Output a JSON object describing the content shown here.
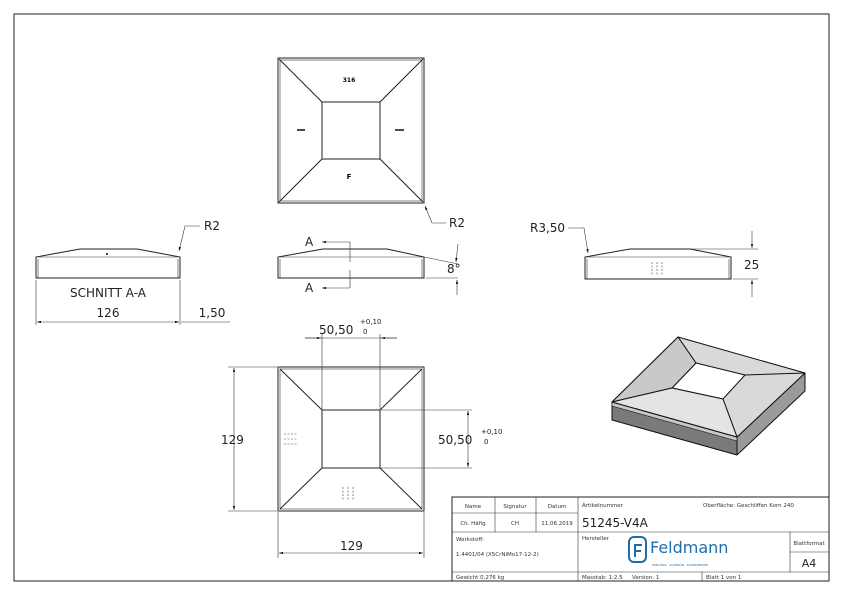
{
  "drawing": {
    "top_view": {
      "engraving_top": "316",
      "engraving_bottom": "F",
      "radius_label": "R2"
    },
    "section_view": {
      "title": "SCHNITT A-A",
      "width_dim": "126",
      "thickness_dim": "1,50",
      "radius_label": "R2"
    },
    "front_view": {
      "section_marker": "A",
      "angle_dim": "8°"
    },
    "side_view": {
      "radius_label": "R3,50",
      "height_dim": "25"
    },
    "bottom_view": {
      "opening_width": "50,50",
      "opening_height": "50,50",
      "tol_upper": "+0,10",
      "tol_lower": "0",
      "outer_width": "129",
      "outer_height": "129"
    }
  },
  "title_block": {
    "name_label": "Name",
    "signature_label": "Signatur",
    "date_label": "Datum",
    "name": "Ch. Häfig",
    "signature": "CH",
    "date": "11.06.2019",
    "article_label": "Artikelnummer",
    "article_number": "51245-V4A",
    "surface": "Oberfläche:  Geschliffen Korn 240",
    "material_label": "Werkstoff:",
    "material": "1.4401/04 (X5CrNiMo17-12-2)",
    "manufacturer_label": "Hersteller",
    "logo_text": "Feldmann",
    "logo_tagline": "EDELSTAHL · ALUMINIUM · SCHMIEDEEISEN",
    "format_label": "Blattformat",
    "format": "A4",
    "weight": "Gewicht 0.276 kg",
    "scale": "Masstab: 1:2.5",
    "version": "Version: 1",
    "sheet": "Blatt 1 von 1"
  },
  "colors": {
    "logo": "#1b6fa8",
    "line": "#222222"
  }
}
